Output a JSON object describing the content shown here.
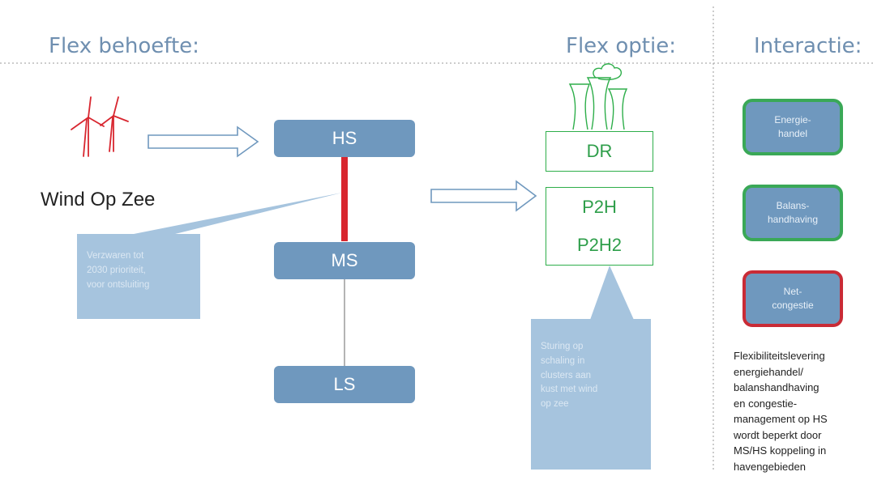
{
  "headings": {
    "need": "Flex behoefte:",
    "option": "Flex optie:",
    "interaction": "Interactie:"
  },
  "source_label": "Wind Op Zee",
  "grid_nodes": {
    "hs": "HS",
    "ms": "MS",
    "ls": "LS"
  },
  "flex_options": {
    "dr": "DR",
    "p2h": "P2H",
    "p2h2": "P2H2"
  },
  "callouts": {
    "reinforce": "Verzwaren tot\n2030 prioriteit,\nvoor ontsluiting",
    "steering": "Sturing op\nschaling in\nclusters aan\nkust met wind\nop zee"
  },
  "interactions": [
    {
      "label": "Energie-\nhandel",
      "status": "green"
    },
    {
      "label": "Balans-\nhandhaving",
      "status": "green"
    },
    {
      "label": "Net-\ncongestie",
      "status": "red"
    }
  ],
  "note": "Flexibiliteitslevering\nenergiehandel/\nbalanshandhaving\nen congestie-\nmanagement op HS\nwordt beperkt door\nMS/HS koppeling in\nhavengebieden",
  "colors": {
    "node_blue": "#6f98be",
    "callout_blue": "#a6c4de",
    "accent_green": "#2eae4a",
    "accent_red": "#d8262f"
  },
  "icons": {
    "wind": "wind-turbines-icon",
    "plant": "industrial-plant-icon"
  }
}
